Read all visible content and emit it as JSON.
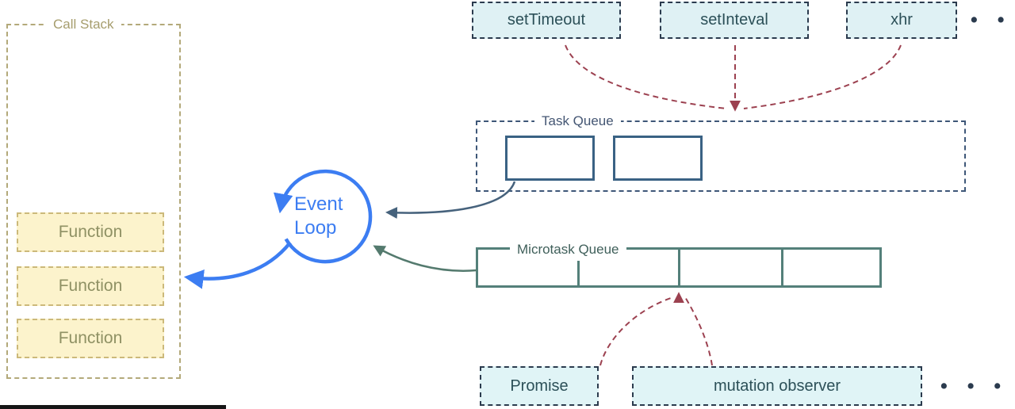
{
  "palette": {
    "event_loop_blue": "#3c7df2",
    "call_stack_border": "#b3a97a",
    "call_stack_text": "#a69d6d",
    "function_fill": "#fcf3cc",
    "function_border": "#ccb97a",
    "function_text": "#8f9164",
    "api_fill": "#dff1f4",
    "api_border": "#2b3b4e",
    "api_text": "#2c5058",
    "task_queue_border": "#3e5778",
    "task_slot_border": "#3a6284",
    "microtask_border": "#54807a",
    "maroon_arrow": "#9c4150",
    "slate_arrow": "#46627c",
    "green_arrow": "#547a6e",
    "dots": "#2b3b4e"
  },
  "call_stack": {
    "label": "Call Stack",
    "frames": [
      {
        "label": "Function"
      },
      {
        "label": "Function"
      },
      {
        "label": "Function"
      }
    ]
  },
  "web_apis": {
    "items": [
      {
        "label": "setTimeout"
      },
      {
        "label": "setInteval"
      },
      {
        "label": "xhr"
      }
    ],
    "ellipsis": "• • •"
  },
  "task_queue": {
    "label": "Task Queue"
  },
  "event_loop": {
    "line1": "Event",
    "line2": "Loop"
  },
  "microtask_queue": {
    "label": "Microtask Queue"
  },
  "microtask_sources": {
    "items": [
      {
        "label": "Promise"
      },
      {
        "label": "mutation observer"
      }
    ],
    "ellipsis": "• • •"
  }
}
